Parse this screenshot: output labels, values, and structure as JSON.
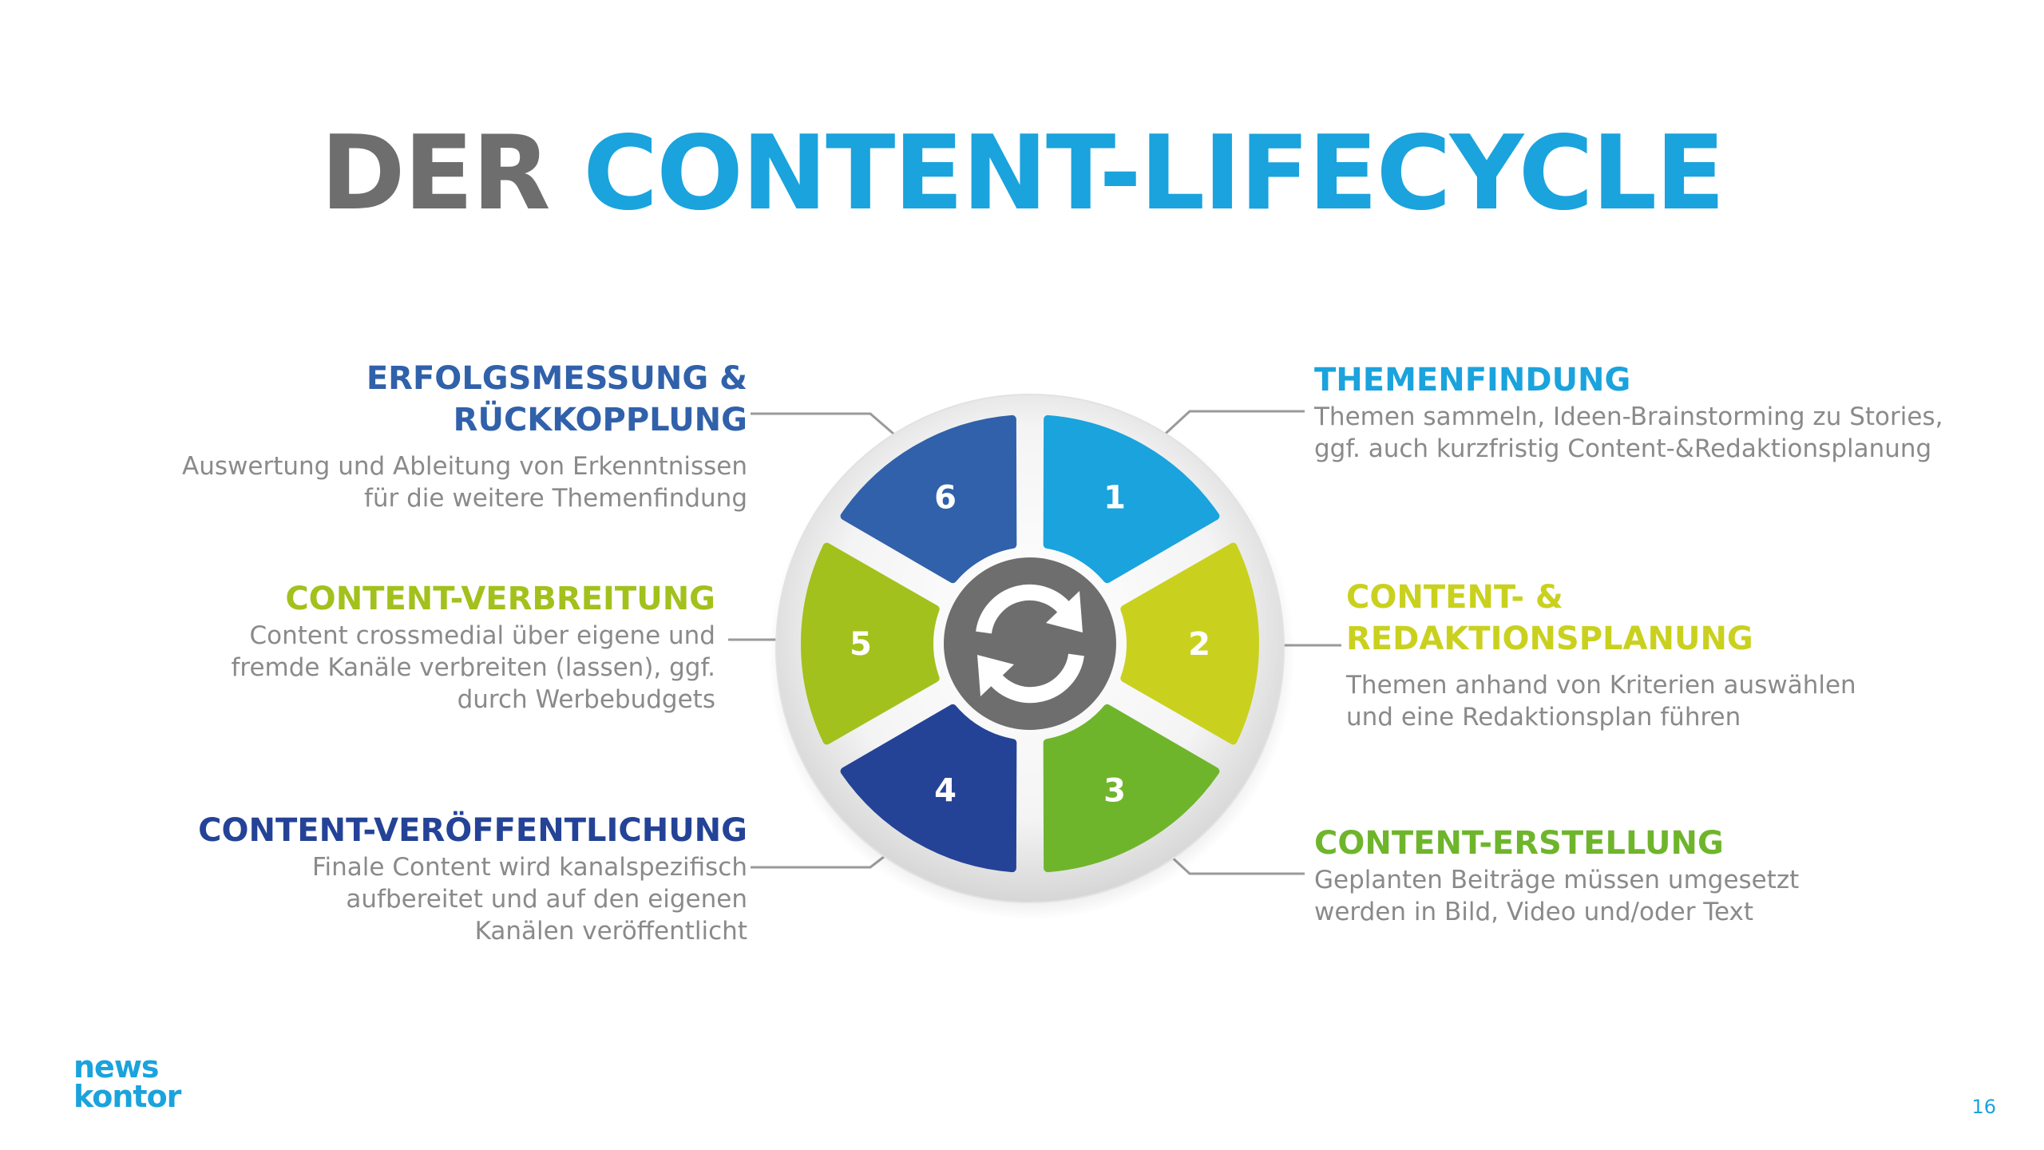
{
  "title": {
    "part1": "DER ",
    "part2": "CONTENT-LIFECYCLE"
  },
  "colors": {
    "title_gray": "#6e6e6e",
    "title_blue": "#1aa3dd",
    "step1": "#1aa3dd",
    "step2": "#c9d11e",
    "step3": "#6fb52c",
    "step4": "#244397",
    "step5": "#a2c11c",
    "step6": "#3061aa",
    "center": "#6e6e6e",
    "description": "#8a8a8a",
    "connector": "#9a9a9a",
    "ring": "#ececec"
  },
  "center_icon": "refresh-cycle-icon",
  "steps": [
    {
      "number": "1",
      "heading": "THEMENFINDUNG",
      "description": "Themen sammeln, Ideen-Brainstorming zu Stories,\nggf. auch kurzfristig Content-&Redaktionsplanung"
    },
    {
      "number": "2",
      "heading": "CONTENT- &\nREDAKTIONSPLANUNG",
      "description": "Themen anhand von Kriterien auswählen\nund eine Redaktionsplan führen"
    },
    {
      "number": "3",
      "heading": "CONTENT-ERSTELLUNG",
      "description": "Geplanten Beiträge müssen umgesetzt\nwerden in Bild, Video und/oder Text"
    },
    {
      "number": "4",
      "heading": "CONTENT-VERÖFFENTLICHUNG",
      "description": "Finale Content wird kanalspezifisch\naufbereitet und auf den eigenen\nKanälen veröffentlicht"
    },
    {
      "number": "5",
      "heading": "CONTENT-VERBREITUNG",
      "description": "Content crossmedial über eigene und\nfremde Kanäle verbreiten (lassen), ggf.\ndurch Werbebudgets"
    },
    {
      "number": "6",
      "heading": "ERFOLGSMESSUNG &\nRÜCKKOPPLUNG",
      "description": "Auswertung und Ableitung von Erkenntnissen\nfür die weitere Themenfindung"
    }
  ],
  "logo": {
    "line1": "news",
    "line2": "kontor",
    "color": "#1aa3dd"
  },
  "page_number": "16",
  "page_number_color": "#1aa3dd"
}
